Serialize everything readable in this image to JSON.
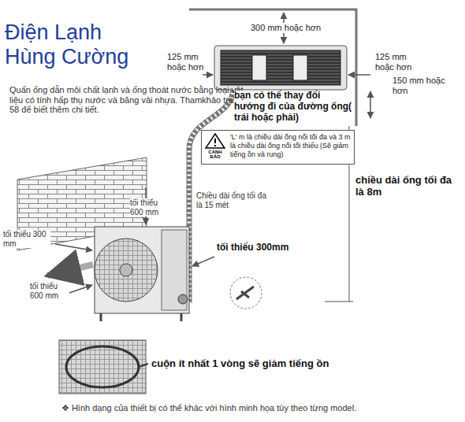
{
  "diagram": {
    "caption": "❖ Hình dạng của thiết bị có thể khác với hình minh họa tùy theo từng model.",
    "nodes": [
      {
        "text": [
          "CẢNH BÁO",
          "'L' m là chiều dài ống nối tối đa và 3 m là chiều dài ống nối tối thiểu (Sẽ giảm tiếng ồn và rung)"
        ]
      }
    ],
    "edges": [],
    "labels": [
      "Điện Lạnh Hùng Cường",
      "Quấn ống dẫn môi chất lạnh và ống thoát nước bằng loại vật liệu có tính hấp thụ nước và băng vải nhựa. Thamkhảo trang 58 để biết thêm chi tiết.",
      "300 mm hoặc hơn",
      "125 mm hoặc hơn",
      "125 mm hoặc hơn",
      "150 mm hoặc hơn",
      "bạn có thể thay đổi hướng đi của đường ống( trái hoặc phải)",
      "chiều dài ống tối đa là 8m",
      "Chiều dài ống tối đa là 15 mét",
      "tối thiểu 600 mm",
      "tối thiểu 300 mm",
      "tối thiểu 600 mm",
      "tối thiểu 300mm",
      "cuộn ít nhất 1 vòng sẽ giảm tiếng ồn"
    ]
  }
}
